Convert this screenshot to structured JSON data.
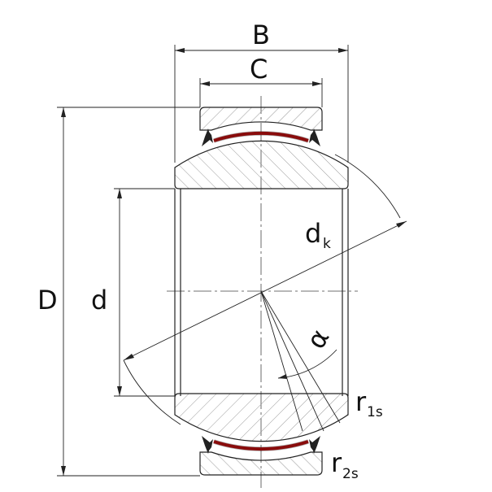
{
  "labels": {
    "B": "B",
    "C": "C",
    "D": "D",
    "d": "d",
    "dk_main": "d",
    "dk_sub": "k",
    "alpha": "α",
    "r1s_main": "r",
    "r1s_sub": "1s",
    "r2s_main": "r",
    "r2s_sub": "2s"
  },
  "colors": {
    "sliding_layer": "#c00000",
    "seal": "#222222",
    "hatch": "#9a9a9a"
  }
}
